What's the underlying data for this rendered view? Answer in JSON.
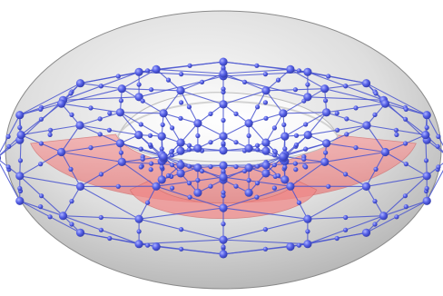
{
  "figure": {
    "description_visible_text": "",
    "colors": {
      "torus_surface": "#e6e6e6",
      "torus_shadow": "#9a9a9a",
      "torus_highlight": "#ffffff",
      "lattice_edge": "#4a55d0",
      "lattice_node": "#4e5be0",
      "lattice_node_highlight": "#9aa2ff",
      "ribbon_fill": "#f08a8a",
      "ribbon_edge": "#d46a6a"
    },
    "lattice": {
      "major_divisions": 16,
      "minor_divisions": 8,
      "node_style": "sphere",
      "edge_pattern": "triangulated"
    },
    "ribbon": {
      "kind": "band-around-torus",
      "opacity_note": "semi-transparent"
    }
  }
}
